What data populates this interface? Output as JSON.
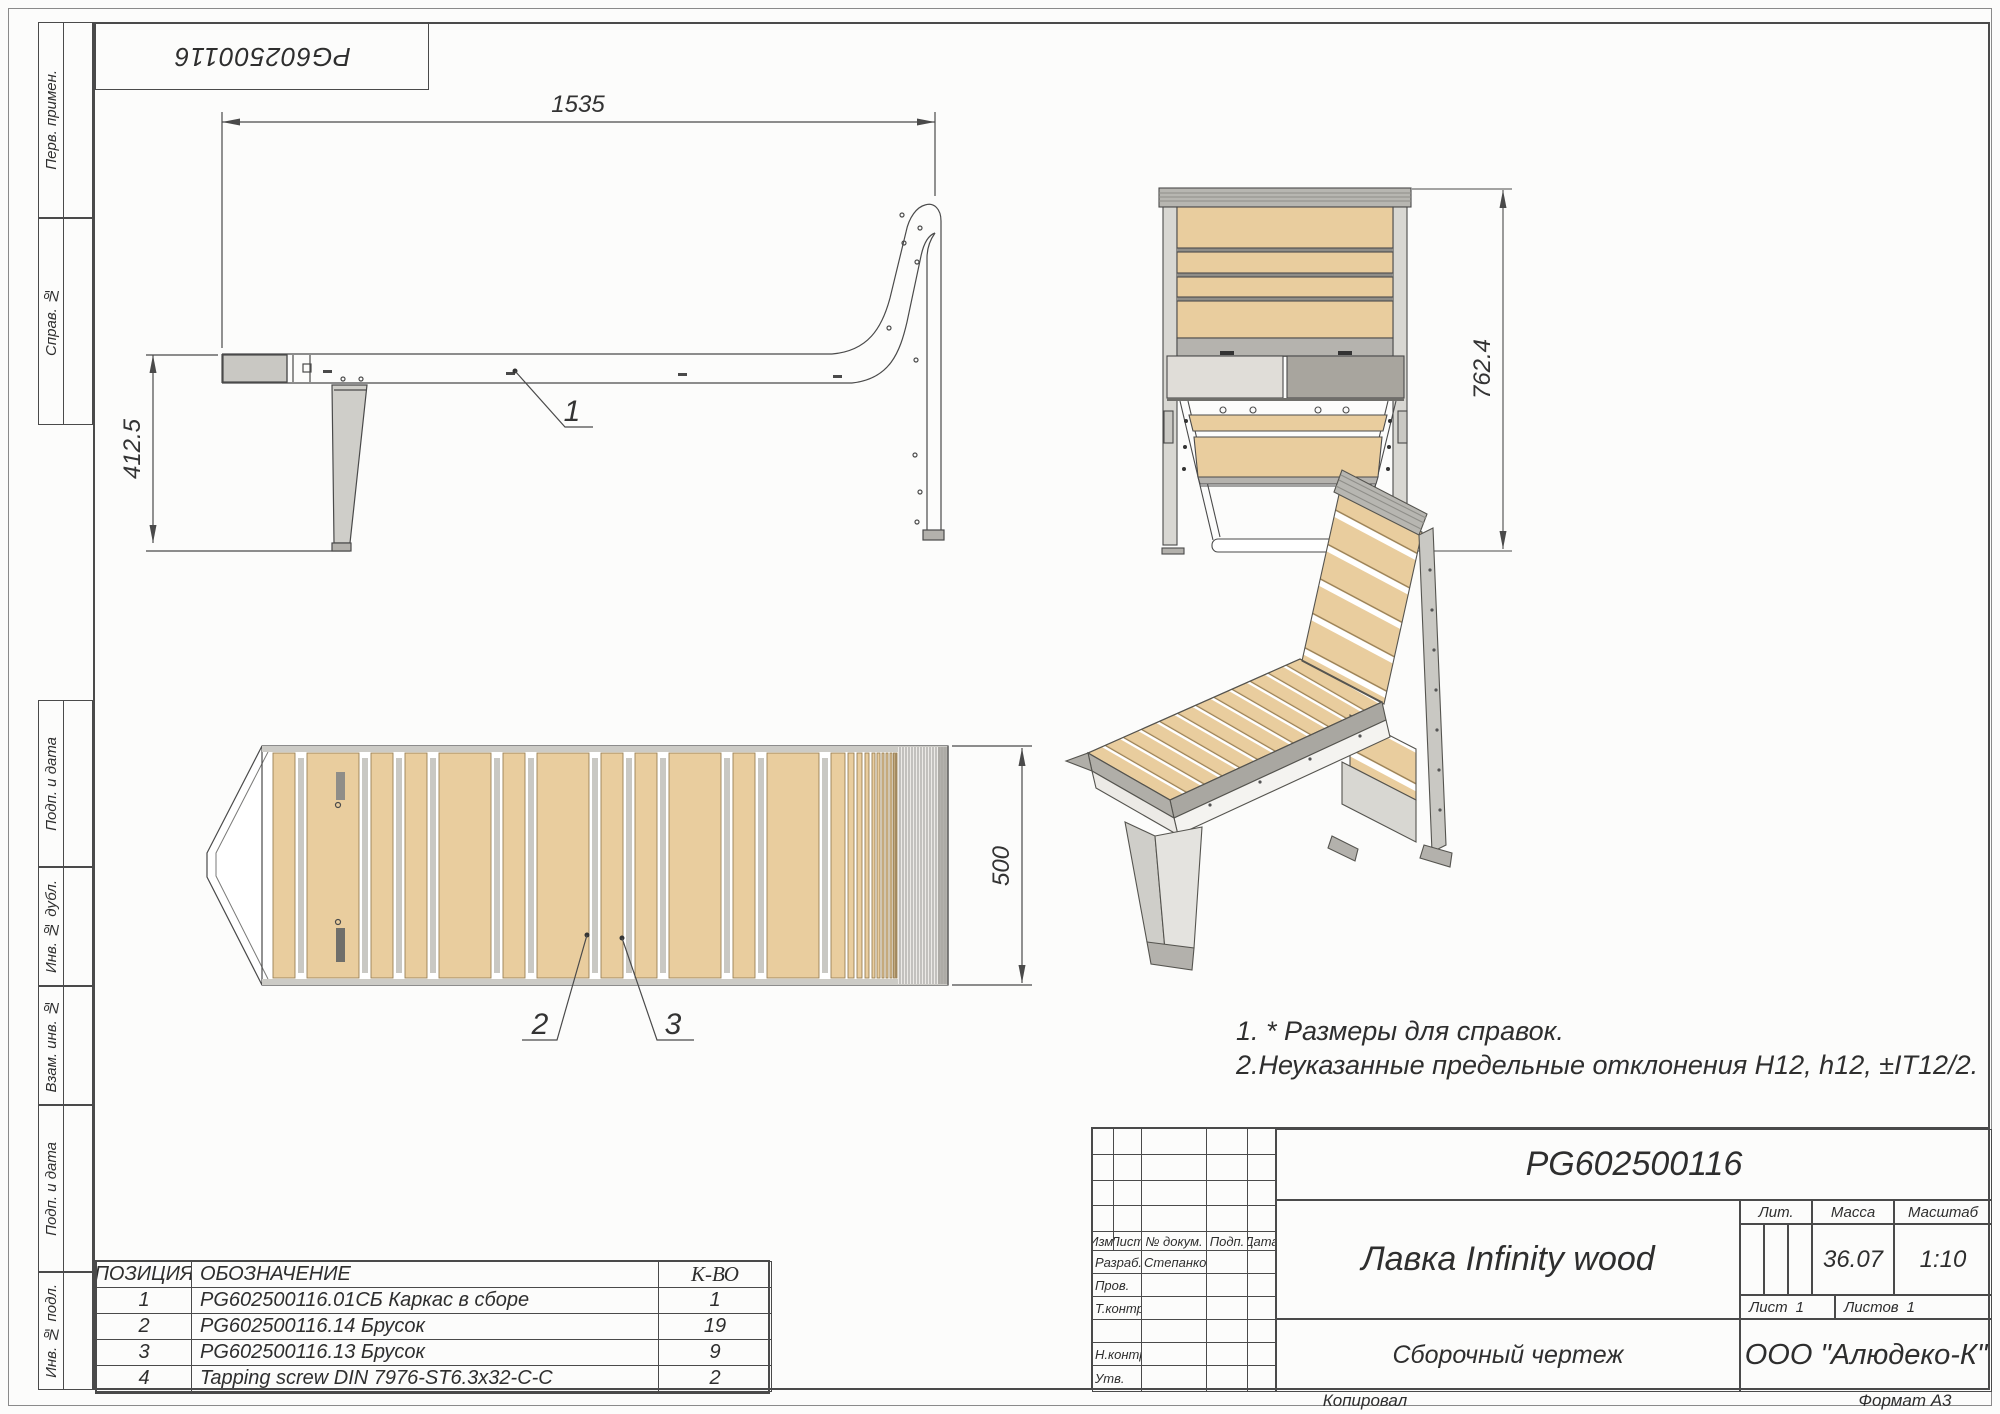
{
  "stamp": {
    "code": "PG602500116"
  },
  "margin_labels": [
    {
      "label": "Перв. примен."
    },
    {
      "label": "Справ. №"
    },
    {
      "label": "Подп. и дата"
    },
    {
      "label": "Инв. № дубл."
    },
    {
      "label": "Взам. инв. №"
    },
    {
      "label": "Подп. и дата"
    },
    {
      "label": "Инв. № подл."
    }
  ],
  "views": {
    "side": {
      "dim_length": "1535",
      "dim_height": "412.5",
      "callout_frame": "1"
    },
    "rear": {
      "dim_height": "762.4"
    },
    "top": {
      "dim_width": "500",
      "callout_slat_wide": "2",
      "callout_slat_narrow": "3"
    }
  },
  "notes": {
    "line1": "1. * Размеры для справок.",
    "line2": "2.Неуказанные предельные отклонения H12, h12, ±IT12/2."
  },
  "parts_table": {
    "headers": [
      "ПОЗИЦИЯ",
      "ОБОЗНАЧЕНИЕ",
      "К-ВО"
    ],
    "rows": [
      {
        "pos": "1",
        "designation": "PG602500116.01СБ  Каркас в сборе",
        "qty": "1"
      },
      {
        "pos": "2",
        "designation": "PG602500116.14  Брусок",
        "qty": "19"
      },
      {
        "pos": "3",
        "designation": "PG602500116.13  Брусок",
        "qty": "9"
      },
      {
        "pos": "4",
        "designation": "Tapping screw DIN 7976-ST6.3x32-C-C",
        "qty": "2"
      }
    ]
  },
  "title_block": {
    "doc_number": "PG602500116",
    "title": "Лавка Infinity wood",
    "doc_type": "Сборочный чертеж",
    "company": "ООО \"Алюдеко-К\"",
    "cols": {
      "izm": "Изм.",
      "list": "Лист",
      "doc": "№ докум.",
      "podp": "Подп.",
      "data": "Дата"
    },
    "rows": {
      "razrab": "Разраб.",
      "prov": "Пров.",
      "tkontr": "Т.контр.",
      "nkontr": "Н.контр.",
      "utv": "Утв."
    },
    "developer": "Степанков",
    "lit_label": "Лит.",
    "mass_label": "Масса",
    "scale_label": "Масштаб",
    "mass": "36.07",
    "scale": "1:10",
    "sheet_label": "Лист",
    "sheet": "1",
    "sheets_label": "Листов",
    "sheets": "1"
  },
  "footer": {
    "copied": "Копировал",
    "format": "Формат А3"
  },
  "colors": {
    "wood": "#e9cd9e",
    "wood_edge": "#9a8055",
    "frame_light": "#d8d7d2",
    "frame_mid": "#b7b6b1",
    "frame_dark": "#a5a39d",
    "line": "#4a4a4a"
  }
}
